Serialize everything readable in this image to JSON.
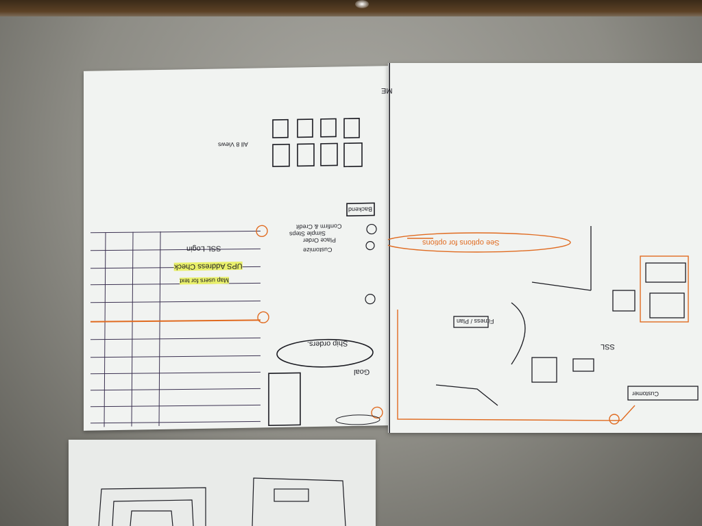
{
  "scene": {
    "subject": "wireframe-sketches-on-wall",
    "colors": {
      "ink": "#1b1b22",
      "marker_orange": "#e06a1f",
      "highlighter": "#e9f06b",
      "paper": "#f1f3f1",
      "wall": "#9a9993"
    }
  },
  "left_sheet": {
    "steps_title": "Simple Steps",
    "steps": [
      "Customize",
      "Place Order",
      "Confirm & Credit"
    ],
    "ssl_label": "SSL Login",
    "ups_label": "UPS Address Check",
    "map_label": "Map users for text",
    "backend_label": "Backend",
    "goal_label": "Goal",
    "goal_text": "Ship orders.",
    "grid_caption": "All 8 Views"
  },
  "right_sheet": {
    "see_options": "See options for options",
    "tasks_label": "Fitness / Plan",
    "ssl_label": "SSL",
    "me_label": "ME",
    "customer_label": "Customer"
  },
  "icons": {
    "lamp": "ceiling-light-icon"
  }
}
